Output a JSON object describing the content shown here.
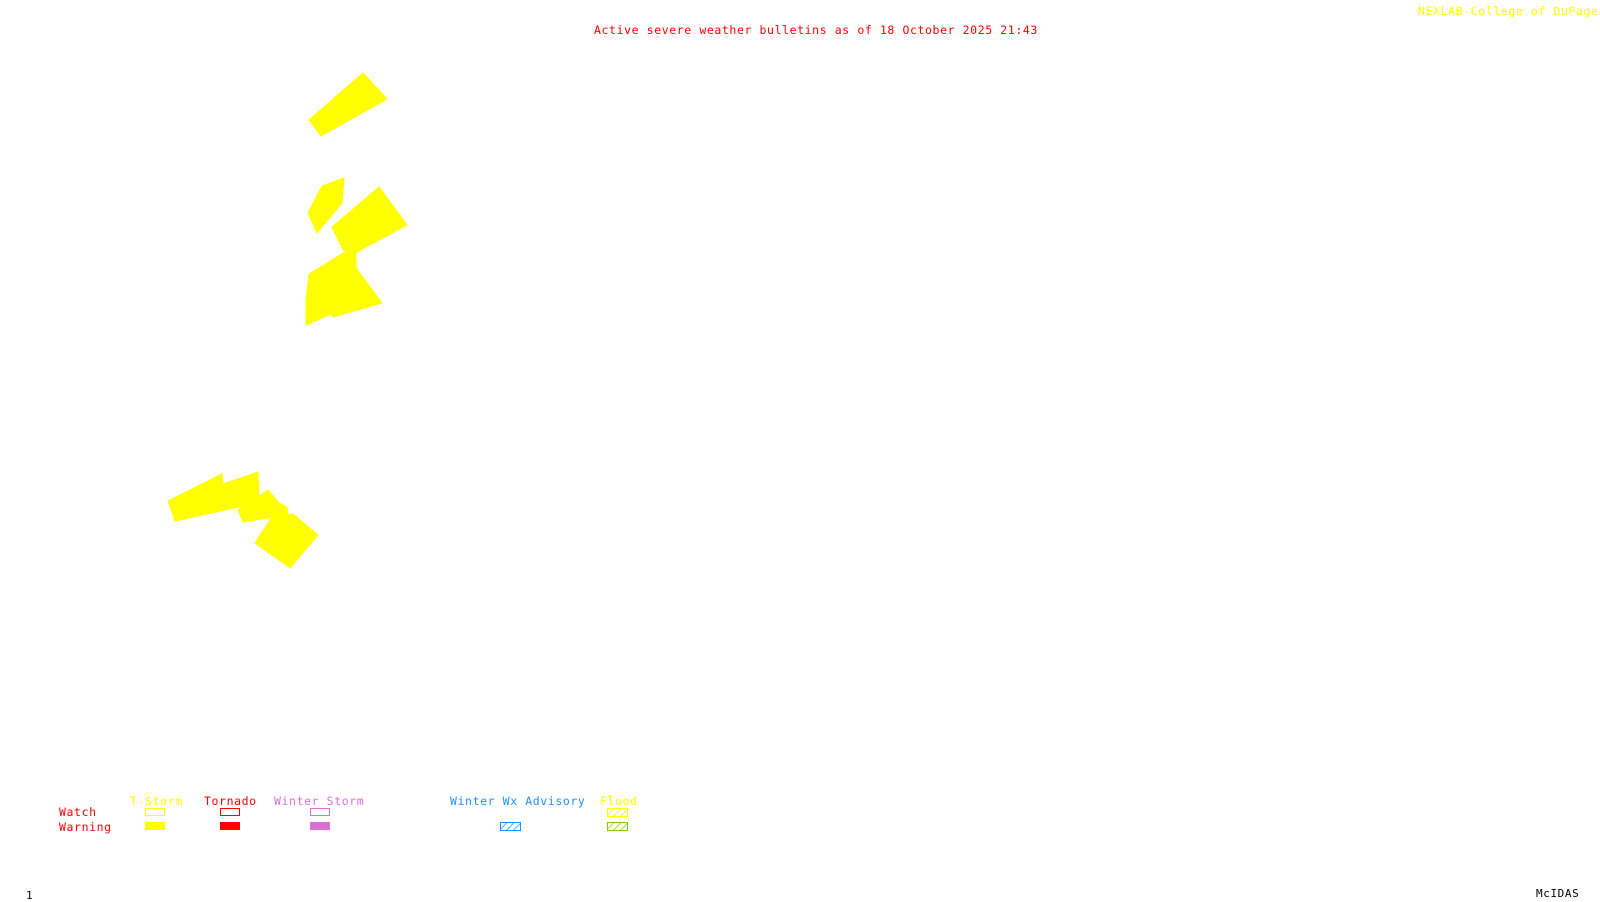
{
  "header": {
    "title": "Active severe weather bulletins as of 18 October 2025 21:43",
    "credit": "NEXLAB-College of DuPage R"
  },
  "footer": {
    "frame_number": "1",
    "brand": "McIDAS"
  },
  "map": {
    "description": "Blank map with active warning polygons",
    "polygons": [
      {
        "type": "T-Storm Warning",
        "color": "#ffff00"
      },
      {
        "type": "T-Storm Warning",
        "color": "#ffff00"
      },
      {
        "type": "T-Storm Warning",
        "color": "#ffff00"
      },
      {
        "type": "T-Storm Warning",
        "color": "#ffff00"
      },
      {
        "type": "T-Storm Warning",
        "color": "#ffff00"
      },
      {
        "type": "T-Storm Warning",
        "color": "#ffff00"
      },
      {
        "type": "T-Storm Warning",
        "color": "#ffff00"
      }
    ]
  },
  "legend": {
    "row_labels": {
      "watch": "Watch",
      "warning": "Warning"
    },
    "categories": [
      {
        "name": "T-Storm",
        "color": "#ffff00",
        "watch": "outline",
        "warning": "solid"
      },
      {
        "name": "Tornado",
        "color": "#ff0000",
        "watch": "outline",
        "warning": "solid"
      },
      {
        "name": "Winter Storm",
        "color": "#da70d6",
        "watch": "outline",
        "warning": "solid"
      },
      {
        "name": "Winter Wx Advisory",
        "color": "#1e90ff",
        "warning": "hatched"
      },
      {
        "name": "Flood",
        "color": "#ffff00",
        "watch": "hatched",
        "warning": "hatched",
        "warning_color": "#7fcc00"
      }
    ]
  },
  "colors": {
    "title": "#ff0000",
    "credit": "#ffff00",
    "background": "#ffffff",
    "row_label": "#ff0000"
  }
}
